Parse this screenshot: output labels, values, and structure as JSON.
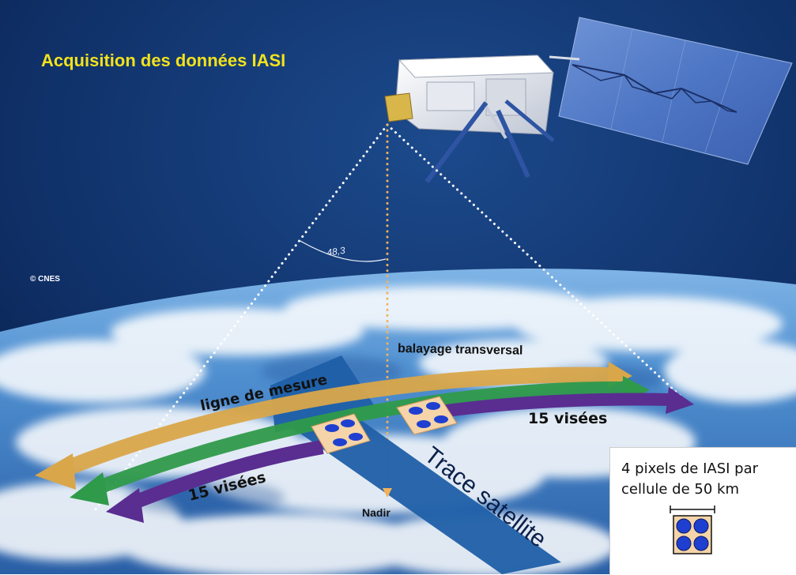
{
  "title": "Acquisition des données IASI",
  "copyright": "© CNES",
  "angle_label": "48,3",
  "labels": {
    "balayage": "balayage transversal",
    "ligne": "ligne de mesure",
    "visees_right": "15 visées",
    "visees_left": "15 visées",
    "trace": "Trace satellite",
    "nadir": "Nadir"
  },
  "legend": {
    "line1": "4 pixels de IASI par",
    "line2": "cellule de 50 km"
  },
  "colors": {
    "space": "#0d2a5c",
    "title": "#f2e21c",
    "orange_arrow": "#d9a64a",
    "green_arrow": "#2f9a4a",
    "purple_arrow": "#5a2d91",
    "blue_arrow": "#1f5fa8",
    "pixel_blue": "#1f3fd0",
    "cell_fill": "#f4d4a8"
  }
}
